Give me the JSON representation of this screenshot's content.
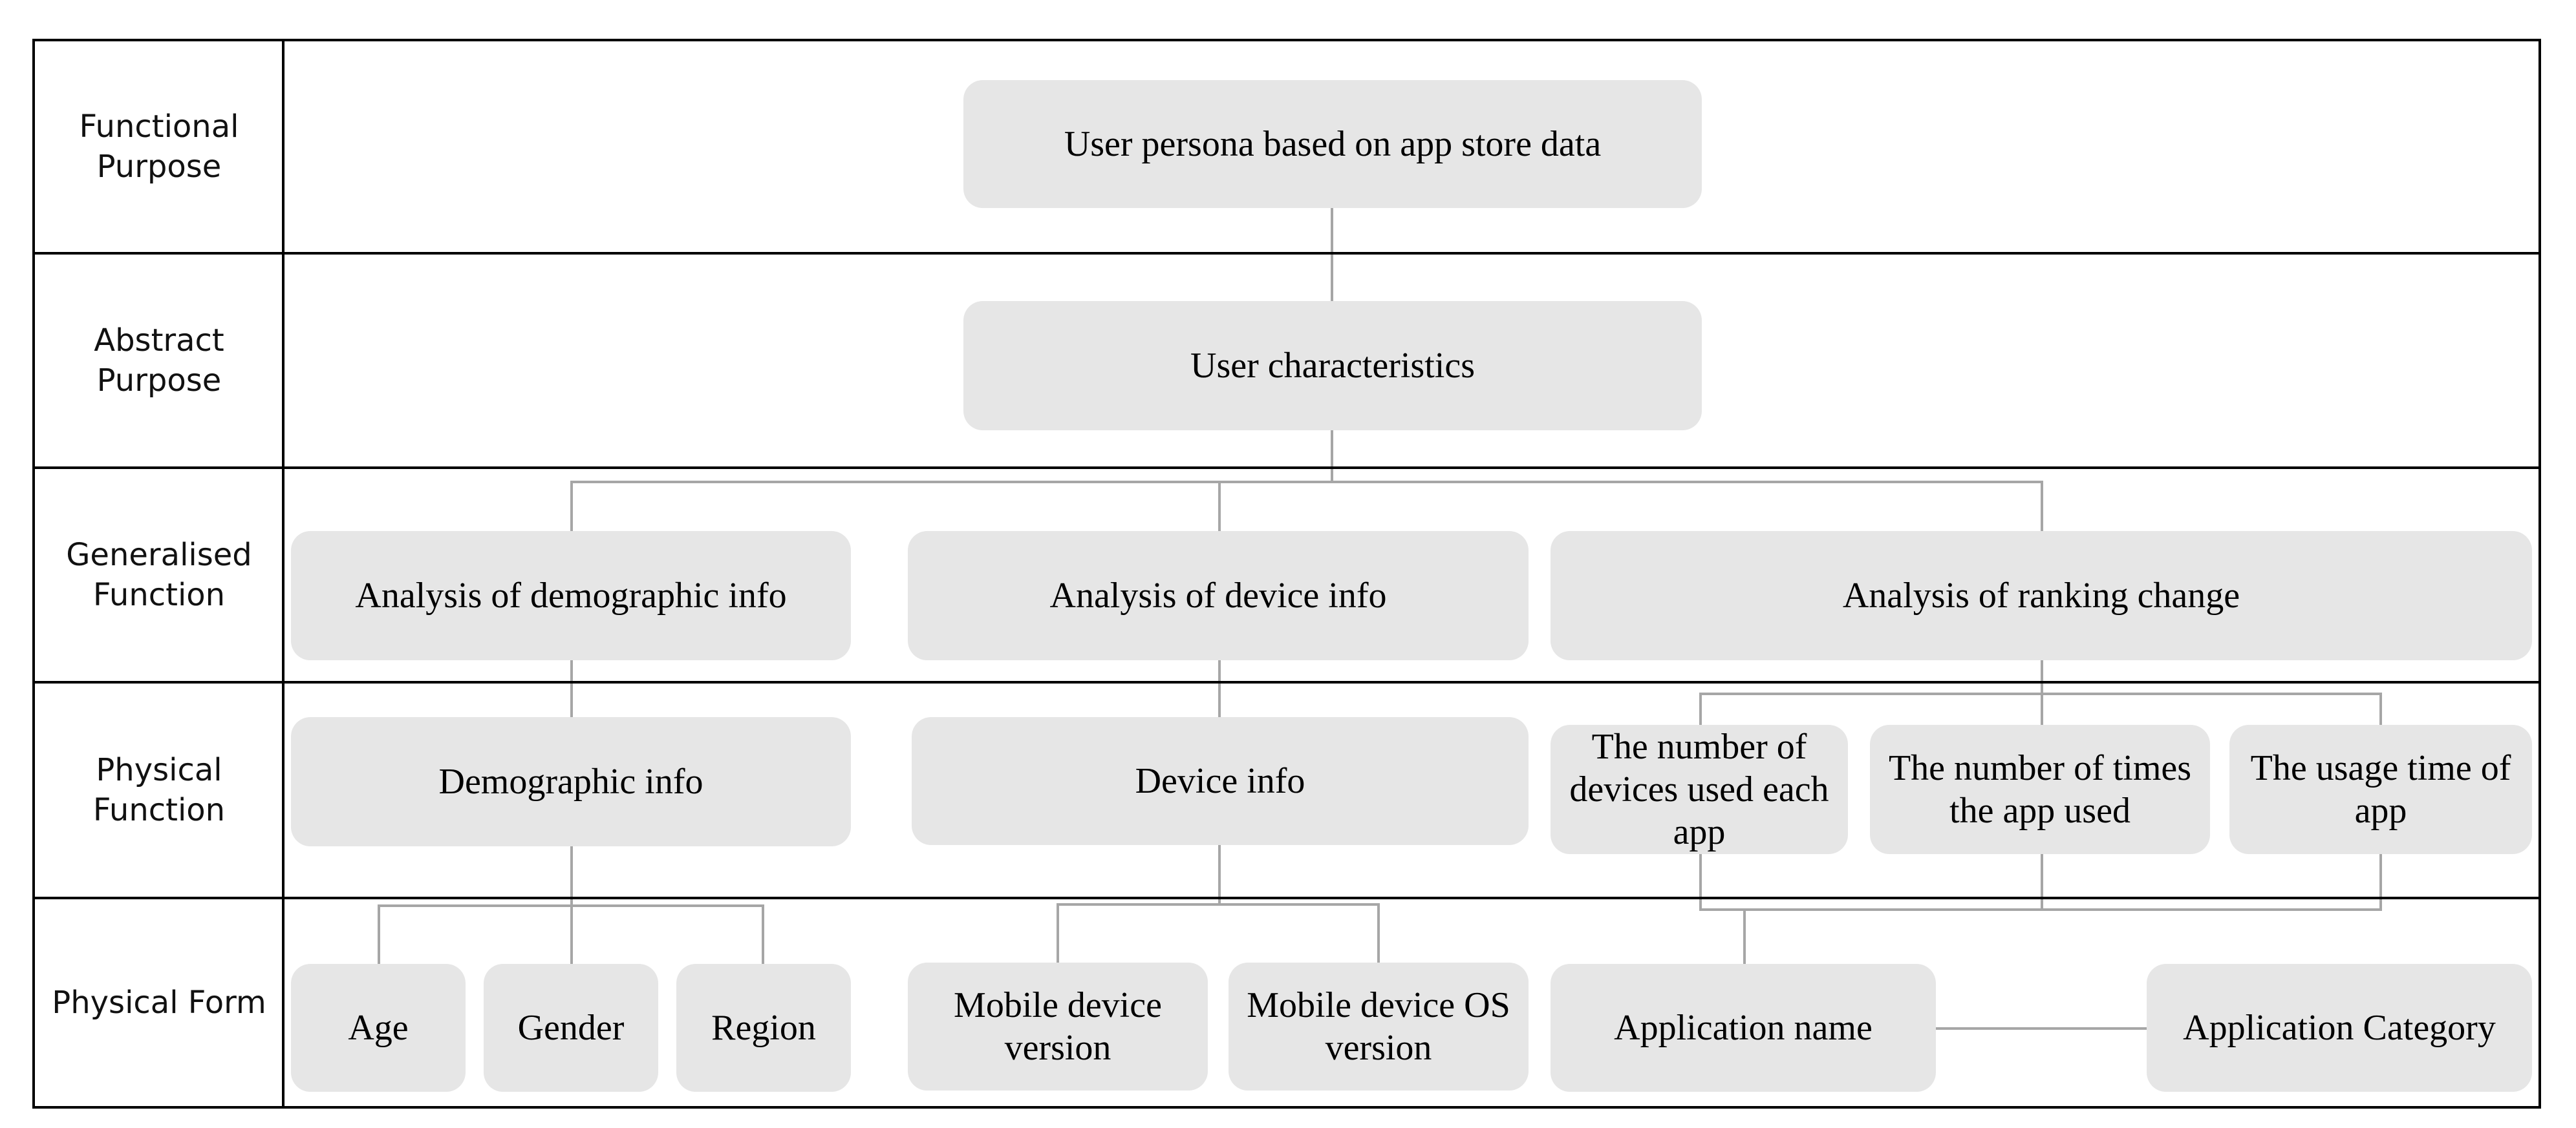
{
  "rows": [
    {
      "label": "Functional\nPurpose"
    },
    {
      "label": "Abstract\nPurpose"
    },
    {
      "label": "Generalised\nFunction"
    },
    {
      "label": "Physical\nFunction"
    },
    {
      "label": "Physical  Form"
    }
  ],
  "nodes": {
    "user_persona": "User persona based on app store data",
    "user_characteristics": "User characteristics",
    "analysis_demographic": "Analysis of demographic info",
    "analysis_device": "Analysis of device info",
    "analysis_ranking": "Analysis of ranking change",
    "demographic_info": "Demographic info",
    "device_info": "Device info",
    "devices_used": "The number of devices used each app",
    "times_used": "The number of times the app used",
    "usage_time": "The usage time of app",
    "age": "Age",
    "gender": "Gender",
    "region": "Region",
    "mobile_device_version": "Mobile device version",
    "mobile_os_version": "Mobile device OS version",
    "application_name": "Application name",
    "application_category": "Application Category"
  },
  "colors": {
    "node_fill": "#e6e6e6",
    "connector": "#a6a6a6",
    "grid": "#000000"
  }
}
